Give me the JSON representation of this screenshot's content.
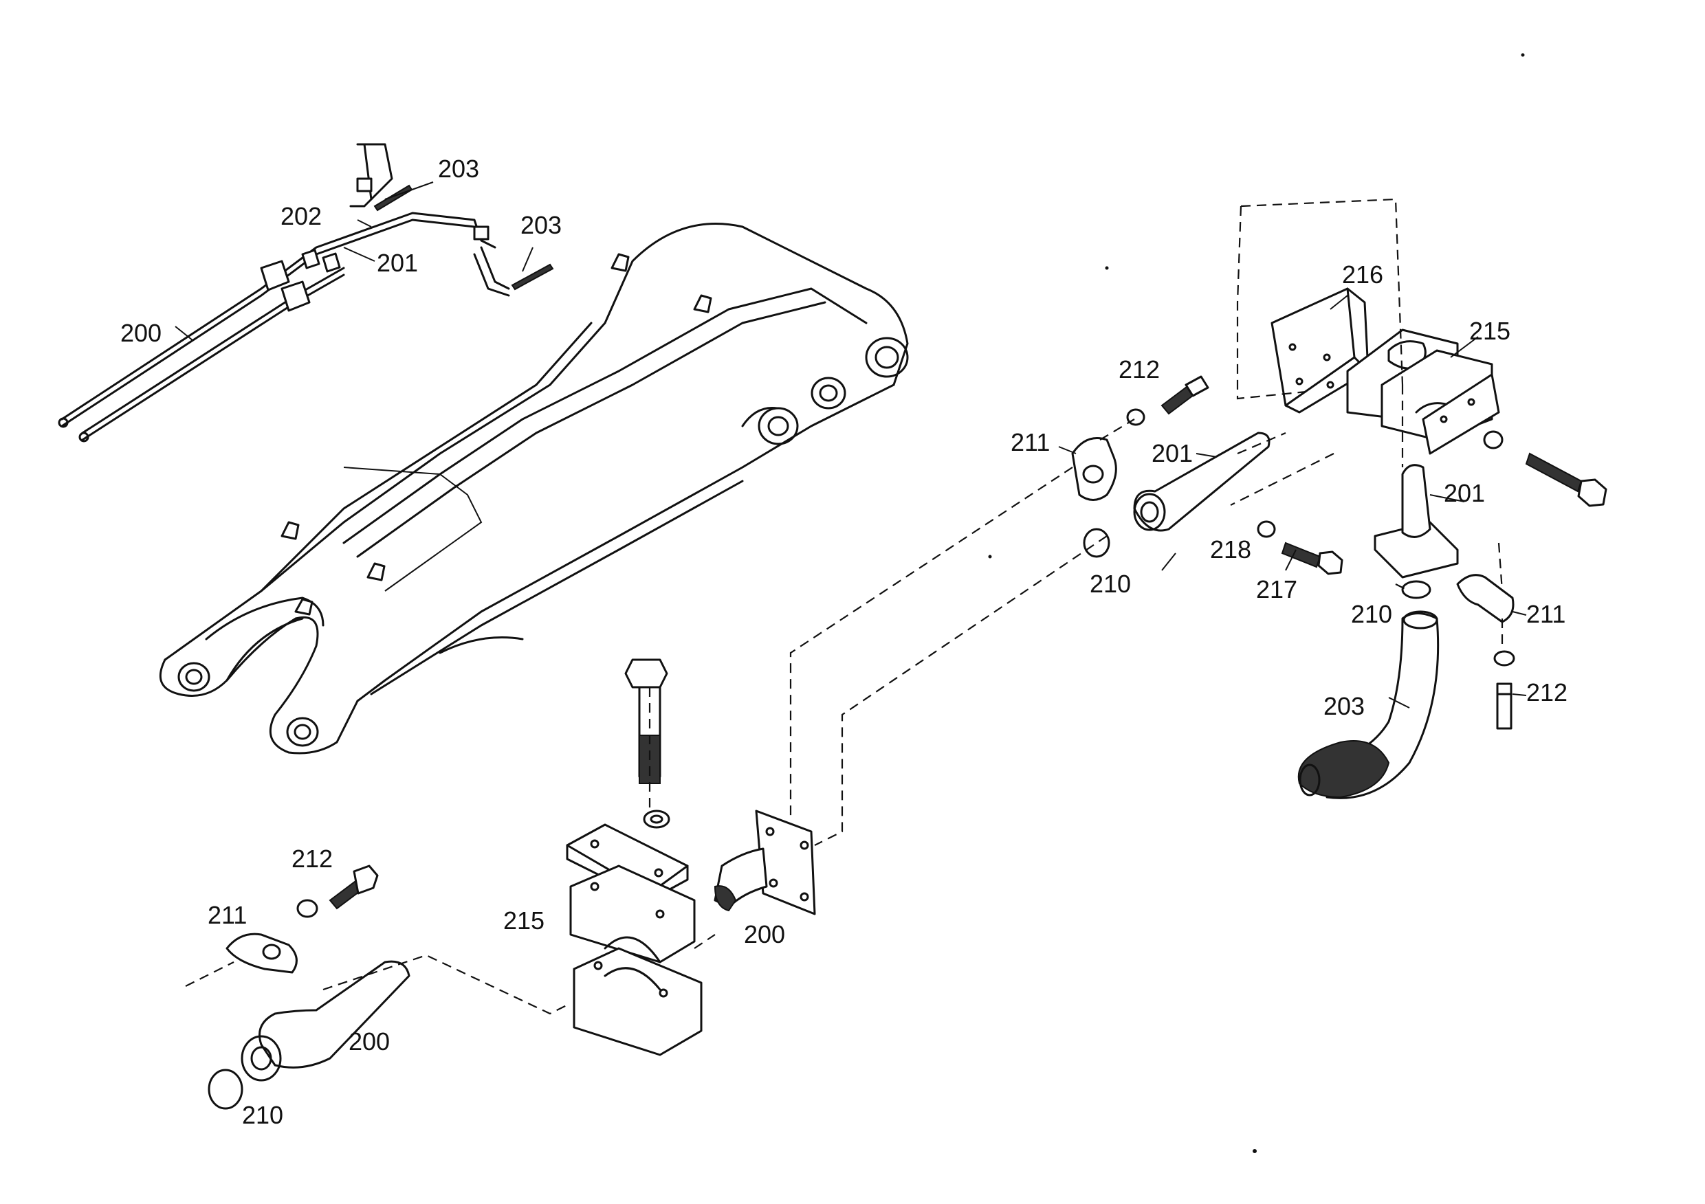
{
  "labels": {
    "boom_200": "200",
    "boom_201": "201",
    "boom_202": "202",
    "boom_203_top": "203",
    "boom_203_mid": "203",
    "upper_212": "212",
    "upper_211": "211",
    "upper_201": "201",
    "upper_210": "210",
    "clamp_216": "216",
    "clamp_215": "215",
    "bolt_218": "218",
    "bolt_217": "217",
    "right_201": "201",
    "right_210": "210",
    "right_211": "211",
    "right_212": "212",
    "right_203": "203",
    "lower_212": "212",
    "lower_211": "211",
    "lower_215": "215",
    "lower_200_flange": "200",
    "lower_200_pipe": "200",
    "lower_210": "210"
  }
}
